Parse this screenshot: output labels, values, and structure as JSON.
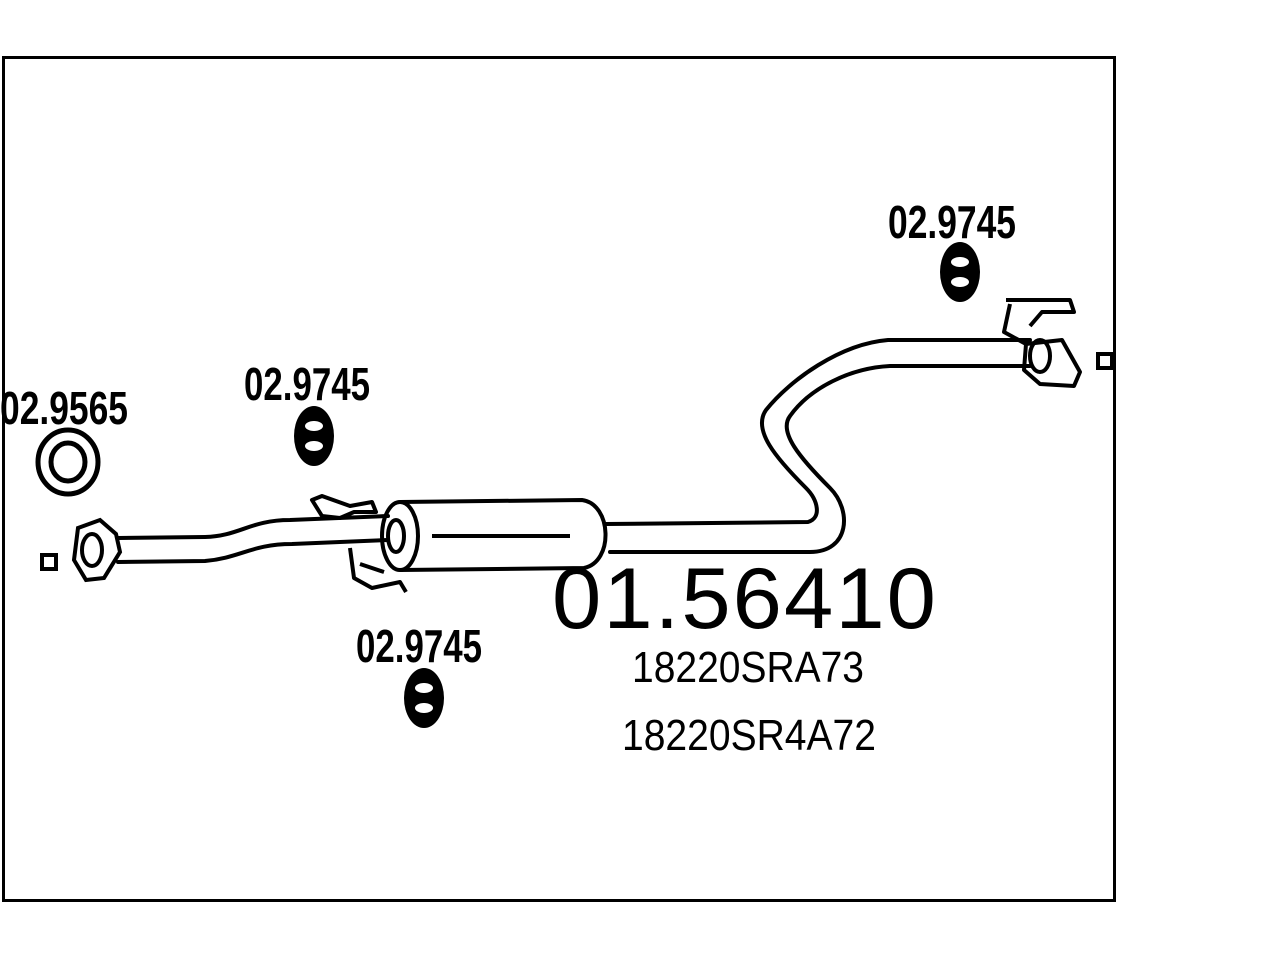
{
  "diagram": {
    "main_part_number": "01.56410",
    "oe_numbers": [
      "18220SRA73",
      "18220SR4A72"
    ],
    "parts": {
      "gasket": "02.9565",
      "mount_mid_top": "02.9745",
      "mount_mid_bottom": "02.9745",
      "mount_rear_top": "02.9745"
    },
    "colors": {
      "line": "#000000",
      "background": "#ffffff"
    }
  }
}
